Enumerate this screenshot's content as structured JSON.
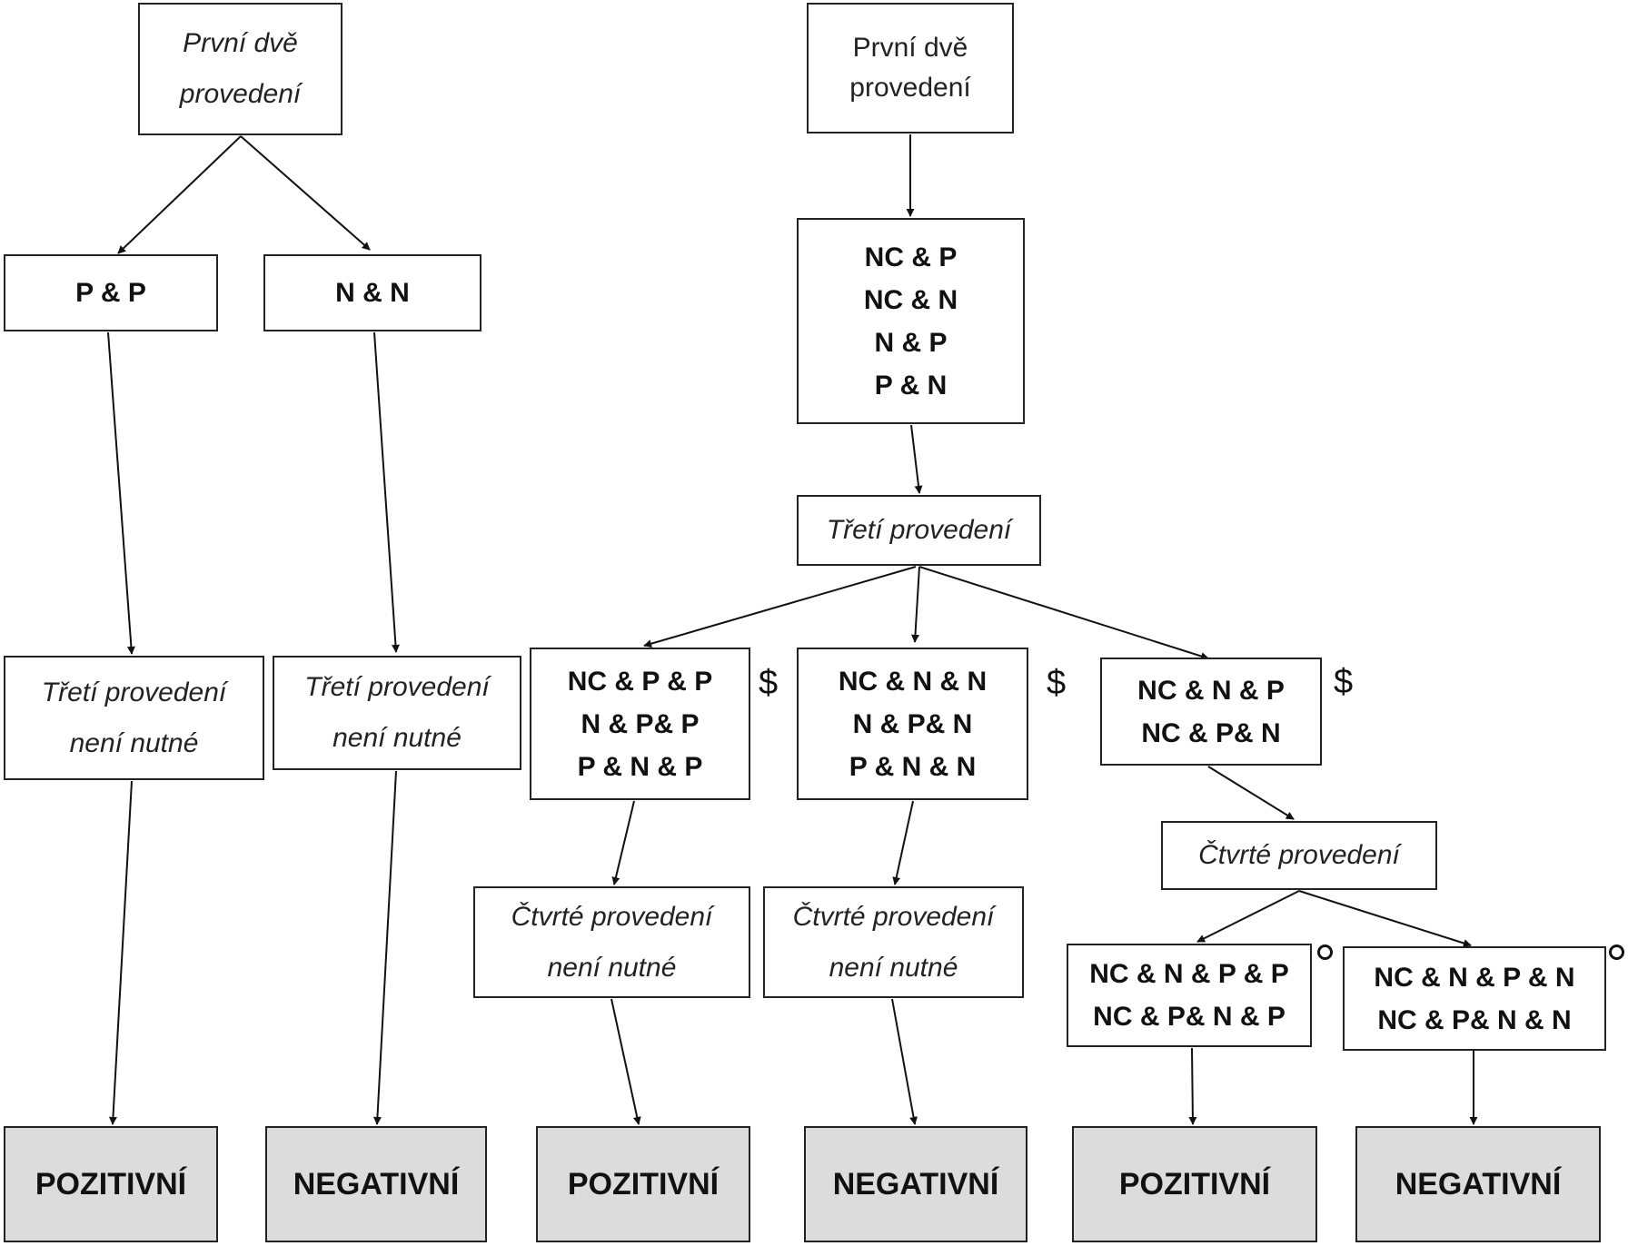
{
  "left_tree": {
    "root": [
      "První dvě",
      "provedení"
    ],
    "pp": "P & P",
    "nn": "N & N",
    "third_not_needed": [
      "Třetí provedení",
      "není nutné"
    ],
    "result_pos": "POZITIVNÍ",
    "result_neg": "NEGATIVNÍ"
  },
  "right_tree": {
    "root": [
      "První dvě",
      "provedení"
    ],
    "mixed": [
      "NC & P",
      "NC & N",
      "N & P",
      "P & N"
    ],
    "third": "Třetí provedení",
    "branch_p": [
      "NC & P & P",
      "N & P& P",
      "P & N & P"
    ],
    "branch_n": [
      "NC & N & N",
      "N & P& N",
      "P & N & N"
    ],
    "branch_mix": [
      "NC & N & P",
      "NC & P& N"
    ],
    "fourth_not_needed": [
      "Čtvrté provedení",
      "není nutné"
    ],
    "fourth": "Čtvrté provedení",
    "fourth_p": [
      "NC & N & P & P",
      "NC & P& N & P"
    ],
    "fourth_n": [
      "NC & N & P & N",
      "NC & P& N & N"
    ],
    "result_pos": "POZITIVNÍ",
    "result_neg": "NEGATIVNÍ",
    "dollar": "$"
  }
}
